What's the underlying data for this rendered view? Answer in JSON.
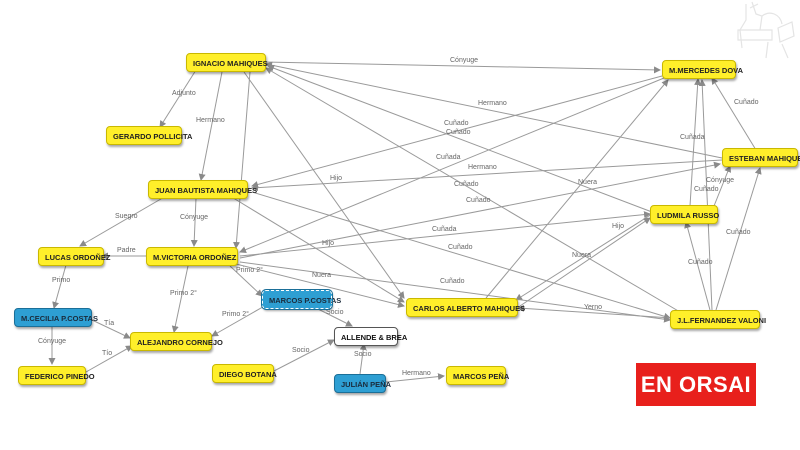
{
  "nodes": {
    "ignacio": {
      "label": "IGNACIO MAHIQUES"
    },
    "gerardo": {
      "label": "GERARDO POLLICITA"
    },
    "juan_bautista": {
      "label": "JUAN BAUTISTA MAHIQUES"
    },
    "lucas": {
      "label": "LUCAS ORDOÑEZ"
    },
    "victoria": {
      "label": "M.VICTORIA ORDOÑEZ"
    },
    "cecilia": {
      "label": "M.CECILIA P.COSTAS"
    },
    "federico": {
      "label": "FEDERICO PINEDO"
    },
    "alejandro": {
      "label": "ALEJANDRO CORNEJO"
    },
    "marcos_costas": {
      "label": "MARCOS P.COSTAS"
    },
    "allende": {
      "label": "ALLENDE & BREA"
    },
    "diego": {
      "label": "DIEGO BOTANA"
    },
    "julian": {
      "label": "JULIÁN PEÑA"
    },
    "marcos_pena": {
      "label": "MARCOS PEÑA"
    },
    "carlos": {
      "label": "CARLOS ALBERTO MAHIQUES"
    },
    "mercedes": {
      "label": "M.MERCEDES DOVA"
    },
    "esteban": {
      "label": "ESTEBAN MAHIQUES"
    },
    "ludmila": {
      "label": "LUDMILA RUSSO"
    },
    "fernandez": {
      "label": "J.L.FERNANDEZ VALONI"
    }
  },
  "edge_labels": {
    "adjunto": "Adjunto",
    "hermano1": "Hermano",
    "conyuge_top": "Cónyuge",
    "hermano_top": "Hermano",
    "cunado1": "Cuñado",
    "cunado2": "Cuñado",
    "cunada1": "Cuñada",
    "hermano_mid": "Hermano",
    "cunado_right": "Cuñado",
    "cunada_right": "Cuñada",
    "conyuge_right": "Cónyuge",
    "cunado_right2": "Cuñado",
    "cunado_mid2": "Cuñado",
    "cunado_mid3": "Cuñado",
    "hijo1": "Hijo",
    "hijo2": "Hijo",
    "hijo3": "Hijo",
    "nuera1": "Nuera",
    "nuera2": "Nuera",
    "nuera3": "Nuera",
    "cunada2": "Cuñada",
    "cunado_low": "Cuñado",
    "cunado_low2": "Cuñado",
    "yerno": "Yerno",
    "cunado_fv": "Cuñado",
    "cunado_fv2": "Cuñado",
    "suegro": "Suegro",
    "conyuge_jb": "Cónyuge",
    "padre": "Padre",
    "primo": "Primo",
    "primo2a": "Primo 2°",
    "primo2b": "Primo 2°",
    "primo2c": "Primo 2°",
    "tia": "Tía",
    "tio": "Tío",
    "conyuge_cf": "Cónyuge",
    "socio1": "Socio",
    "socio2": "Socio",
    "socio3": "Socio",
    "hermano_jm": "Hermano"
  },
  "logo": {
    "text": "EN ORSAI"
  },
  "colors": {
    "node_yellow": "#ffef2a",
    "node_blue": "#2e9fd3",
    "logo_red": "#e8201c",
    "edge_gray": "#9a9a9a"
  }
}
